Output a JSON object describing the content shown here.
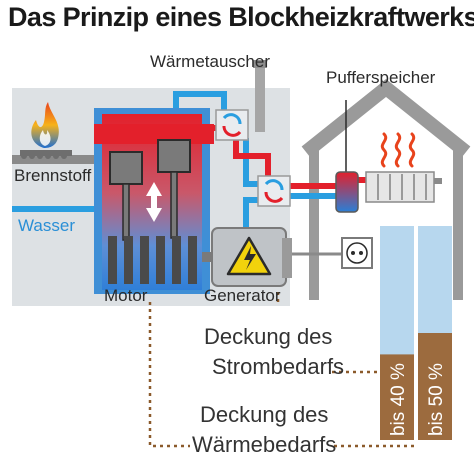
{
  "title": "Das Prinzip eines Blockheizkraftwerks",
  "labels": {
    "heat_exchanger": "Wärmetauscher",
    "buffer_tank": "Pufferspeicher",
    "fuel": "Brennstoff",
    "water": "Wasser",
    "motor": "Motor",
    "generator": "Generator",
    "power_coverage_line1": "Deckung des",
    "power_coverage_line2": "Strombedarfs",
    "heat_coverage_line1": "Deckung des",
    "heat_coverage_line2": "Wärmebedarfs"
  },
  "bars": {
    "power": {
      "text": "bis 40 %",
      "fraction": 0.4
    },
    "heat": {
      "text": "bis 50 %",
      "fraction": 0.5
    }
  },
  "colors": {
    "hot_pipe": "#e3202b",
    "cold_pipe": "#2a9ee0",
    "housing_blue": "#3f8fd6",
    "machine_bg": "#dde1e4",
    "bar_bg": "#b7d7ee",
    "bar_fill": "#9c6b3e",
    "dotted_line": "#8b5a2b",
    "house_outline": "#9a9a9a",
    "warning_yellow": "#f2d20c"
  },
  "icons": [
    "flame-icon",
    "electric-hazard-icon",
    "power-socket-icon",
    "radiator-icon",
    "heat-waves-icon",
    "heat-exchanger-icon",
    "piston-icon",
    "up-down-arrow-icon"
  ]
}
